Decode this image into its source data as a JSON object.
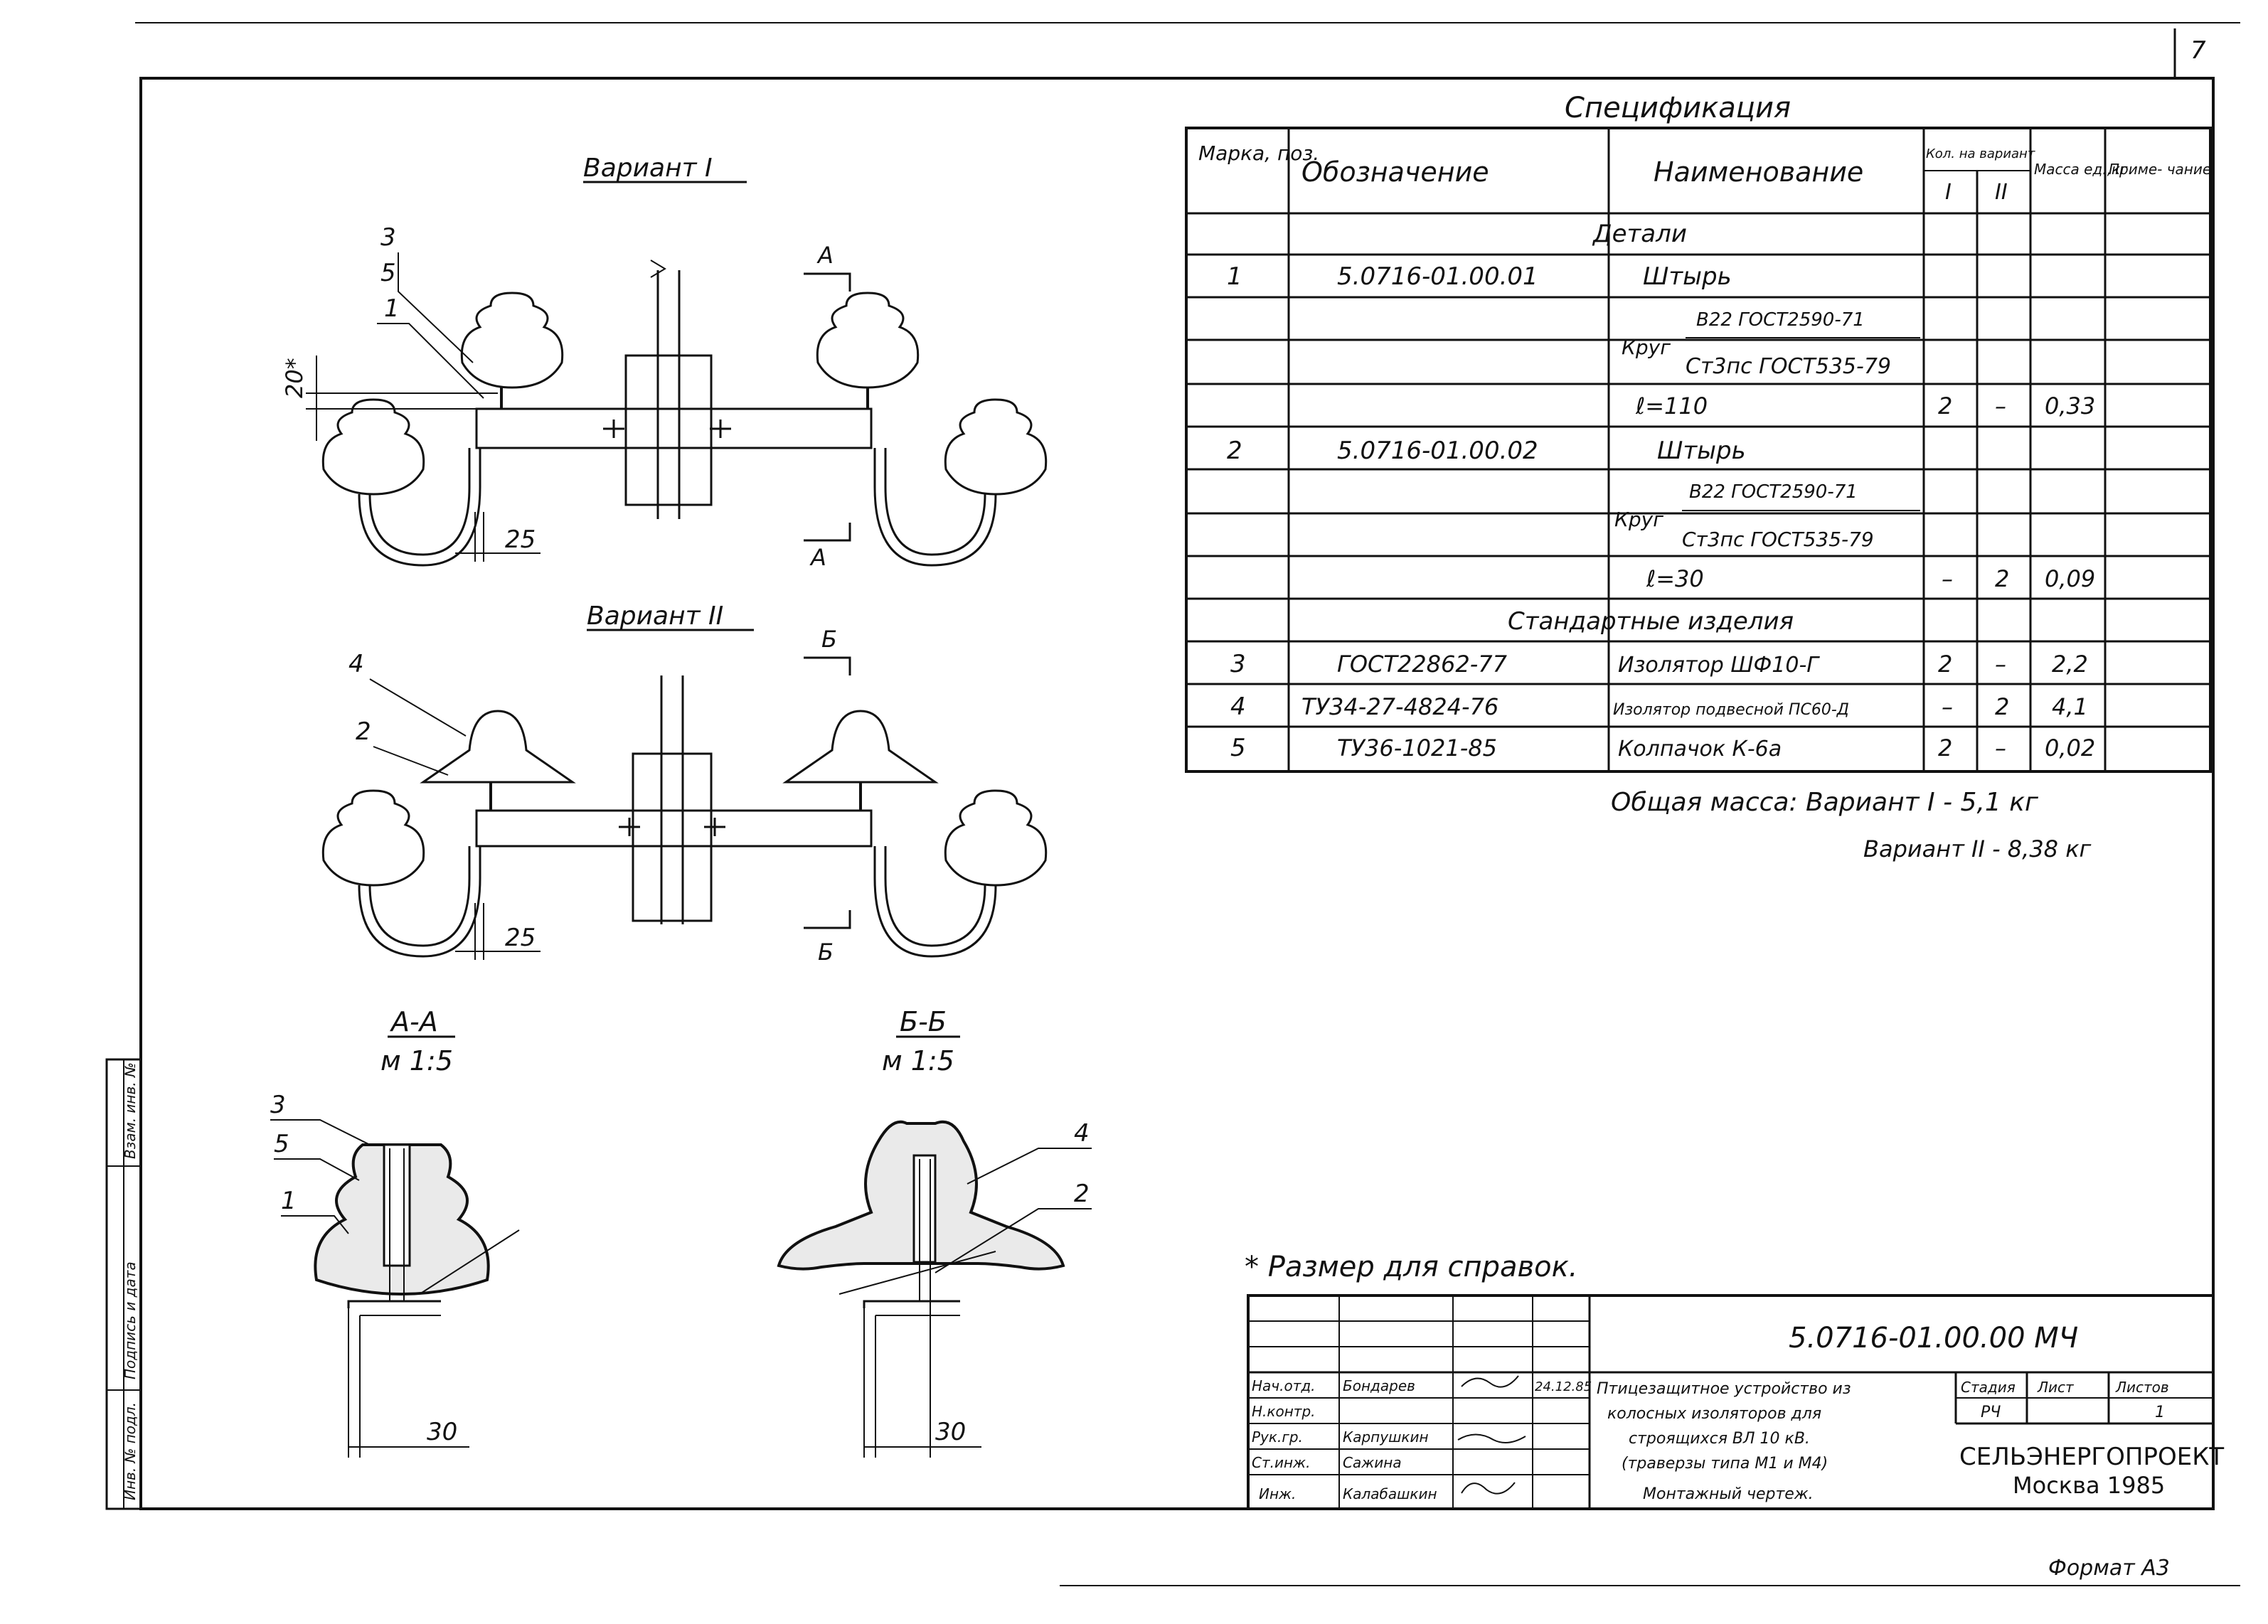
{
  "sheet": {
    "page_number": "7",
    "format_label": "Формат А3",
    "footnote": "* Размер для справок."
  },
  "views": {
    "variant1_title": "Вариант I",
    "variant2_title": "Вариант II",
    "section_aa_title": "А-А",
    "section_aa_scale": "м 1:5",
    "section_bb_title": "Б-Б",
    "section_bb_scale": "м 1:5",
    "cut_a": "А",
    "cut_b": "Б",
    "dim_20": "20*",
    "dim_25": "25",
    "dim_30": "30",
    "callouts": {
      "c1": "1",
      "c2": "2",
      "c3": "3",
      "c4": "4",
      "c5": "5"
    }
  },
  "spec": {
    "title": "Спецификация",
    "headers": {
      "mark": "Марка, поз.",
      "designation": "Обозначение",
      "name": "Наименование",
      "qty": "Кол. на вариант",
      "qty_i": "I",
      "qty_ii": "II",
      "mass": "Масса ед.,кг",
      "note": "Приме- чание"
    },
    "section_details": "Детали",
    "section_standard": "Стандартные изделия",
    "rows": [
      {
        "mark": "1",
        "designation": "5.0716-01.00.01",
        "name": "Штырь",
        "q1": "",
        "q2": "",
        "mass": ""
      },
      {
        "mark": "",
        "designation": "",
        "name": "Круг В22 ГОСТ2590-71 / Ст3пс ГОСТ535-79",
        "q1": "",
        "q2": "",
        "mass": ""
      },
      {
        "mark": "",
        "designation": "",
        "name": "ℓ=110",
        "q1": "2",
        "q2": "–",
        "mass": "0,33"
      },
      {
        "mark": "2",
        "designation": "5.0716-01.00.02",
        "name": "Штырь",
        "q1": "",
        "q2": "",
        "mass": ""
      },
      {
        "mark": "",
        "designation": "",
        "name": "Круг В22 ГОСТ2590-71 / Ст3пс ГОСТ535-79",
        "q1": "",
        "q2": "",
        "mass": ""
      },
      {
        "mark": "",
        "designation": "",
        "name": "ℓ=30",
        "q1": "–",
        "q2": "2",
        "mass": "0,09"
      },
      {
        "mark": "3",
        "designation": "ГОСТ22862-77",
        "name": "Изолятор ШФ10-Г",
        "q1": "2",
        "q2": "–",
        "mass": "2,2"
      },
      {
        "mark": "4",
        "designation": "ТУ34-27-4824-76",
        "name": "Изолятор подвесной ПС60-Д",
        "q1": "–",
        "q2": "2",
        "mass": "4,1"
      },
      {
        "mark": "5",
        "designation": "ТУ36-1021-85",
        "name": "Колпачок К-6а",
        "q1": "2",
        "q2": "–",
        "mass": "0,02"
      }
    ],
    "krug_top": "В22 ГОСТ2590-71",
    "krug_bottom": "Ст3пс ГОСТ535-79",
    "krug_label": "Круг",
    "krug2_top": "В22 ГОСТ2590-71",
    "krug2_bottom": "Ст3пс ГОСТ535-79",
    "total_mass_1": "Общая масса: Вариант I - 5,1 кг",
    "total_mass_2": "Вариант II - 8,38 кг"
  },
  "title_block": {
    "code": "5.0716-01.00.00 МЧ",
    "title_lines": [
      "Птицезащитное устройство из",
      "колосных изоляторов для",
      "строящихся ВЛ 10 кВ.",
      "(траверзы типа М1 и М4)",
      "Монтажный чертеж."
    ],
    "stage_label": "Стадия",
    "sheet_label": "Лист",
    "sheets_label": "Листов",
    "stage": "РЧ",
    "sheets": "1",
    "org": "СЕЛЬЭНЕРГОПРОЕКТ",
    "city_year": "Москва 1985",
    "date": "24.12.85",
    "roles": [
      {
        "role": "Нач.отд.",
        "name": "Бондарев"
      },
      {
        "role": "Н.контр.",
        "name": ""
      },
      {
        "role": "Рук.гр.",
        "name": "Карпушкин"
      },
      {
        "role": "Ст.инж.",
        "name": "Сажина"
      },
      {
        "role": "Инж.",
        "name": "Калабашкин"
      }
    ]
  },
  "side_stamp": [
    "Инв. № подл.",
    "Подпись и дата",
    "Взам. инв. №"
  ]
}
